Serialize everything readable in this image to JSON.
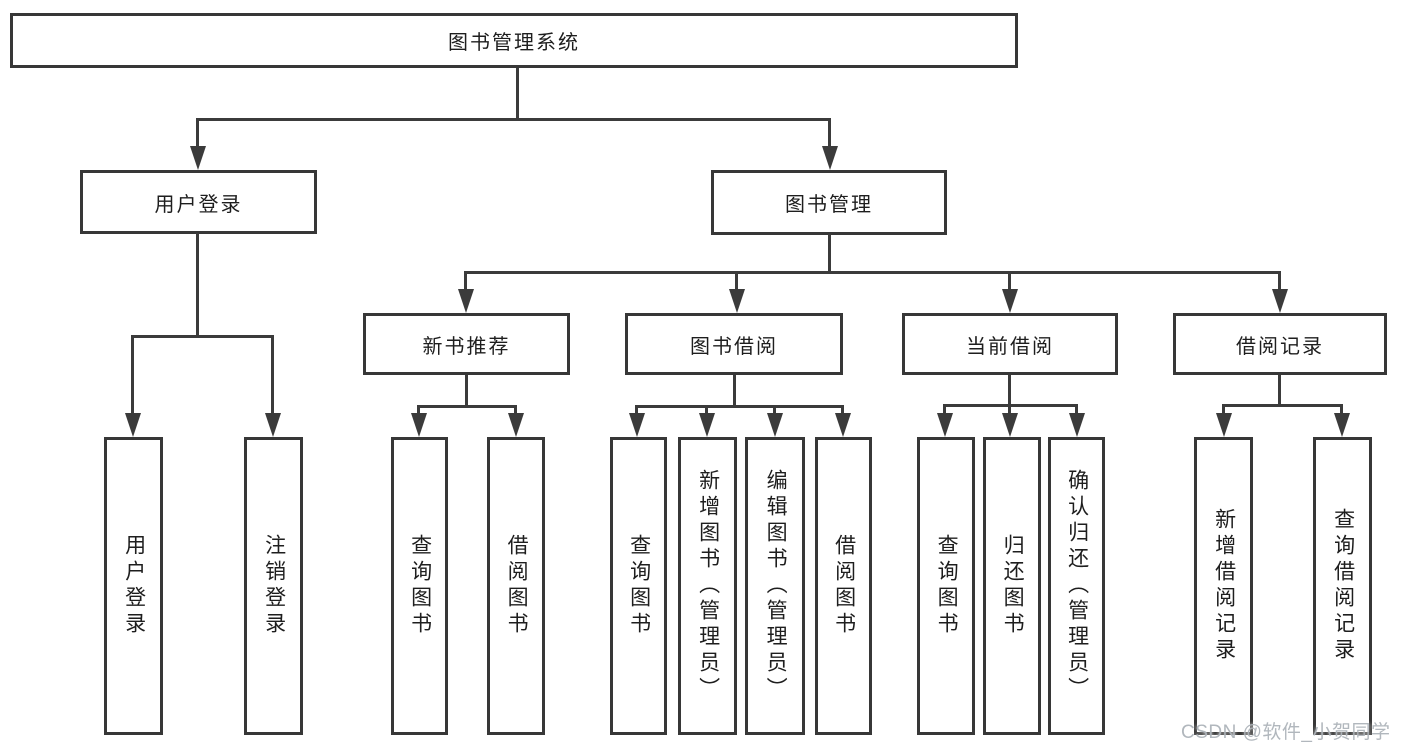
{
  "colors": {
    "line": "#3b3b3b",
    "border": "#373737",
    "text": "#1e1e1e",
    "background": "#ffffff",
    "watermark": "#adb3b9"
  },
  "watermark": "CSDN @软件_小贺同学",
  "tree": {
    "root": {
      "label": "图书管理系统"
    },
    "branches": [
      {
        "label": "用户登录",
        "children": [
          {
            "label": "用户登录"
          },
          {
            "label": "注销登录"
          }
        ]
      },
      {
        "label": "图书管理",
        "children": [
          {
            "label": "新书推荐",
            "children": [
              {
                "label": "查询图书"
              },
              {
                "label": "借阅图书"
              }
            ]
          },
          {
            "label": "图书借阅",
            "children": [
              {
                "label": "查询图书"
              },
              {
                "label": "新增图书（管理员）"
              },
              {
                "label": "编辑图书（管理员）"
              },
              {
                "label": "借阅图书"
              }
            ]
          },
          {
            "label": "当前借阅",
            "children": [
              {
                "label": "查询图书"
              },
              {
                "label": "归还图书"
              },
              {
                "label": "确认归还（管理员）"
              }
            ]
          },
          {
            "label": "借阅记录",
            "children": [
              {
                "label": "新增借阅记录"
              },
              {
                "label": "查询借阅记录"
              }
            ]
          }
        ]
      }
    ]
  }
}
